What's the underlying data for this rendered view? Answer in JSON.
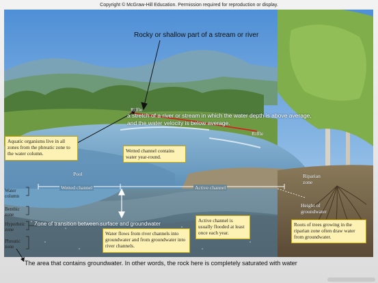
{
  "copyright": "Copyright © McGraw-Hill Education. Permission required for reproduction or display.",
  "labels": {
    "rocky_part": "Rocky or shallow part of a stream or river",
    "riffle_top": "Riffle",
    "riffle_right": "Riffle",
    "stretch_line1": "a stretch of a river or stream in which the water depth is above average,",
    "stretch_line2": "and the water velocity is below average.",
    "pool": "Pool",
    "wetted_channel": "Wetted channel",
    "active_channel": "Active channel",
    "riparian_zone": "Riparian zone",
    "height_groundwater": "Height of groundwater",
    "zone_transition": "Zone of transition between surface and groundwater"
  },
  "callouts": {
    "aquatic": "Aquatic organisms live in all zones from the phreatic zone to the water column.",
    "wetted_yearround": "Wetted channel contains water year-round.",
    "water_flows": "Water flows from river channels into groundwater and from groundwater into river channels.",
    "active_flooded": "Active channel is usually flooded at least once each year.",
    "roots": "Roots of trees growing in the riparian zone often draw water from groundwater."
  },
  "side_labels": {
    "water_column": "Water column",
    "benthic_zone": "Benthic zone",
    "hyporheic_zone": "Hyporheic zone",
    "phreatic_zone": "Phreatic zone"
  },
  "bottom_note": "The area that contains groundwater.  In other words, the rock here is completely saturated with water"
}
